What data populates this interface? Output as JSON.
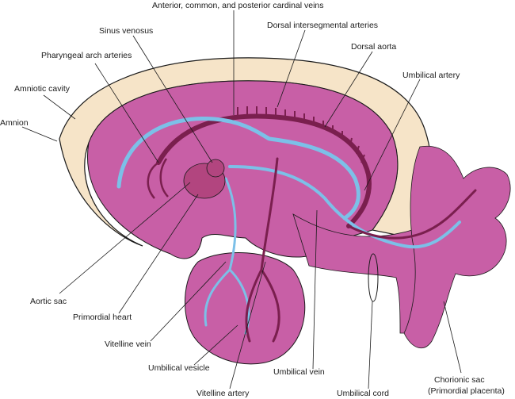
{
  "labels": {
    "cardinal_veins": "Anterior, common, and posterior cardinal veins",
    "sinus_venosus": "Sinus venosus",
    "dorsal_intersegmental": "Dorsal intersegmental arteries",
    "pharyngeal_arch": "Pharyngeal arch arteries",
    "dorsal_aorta": "Dorsal aorta",
    "umbilical_artery": "Umbilical artery",
    "amniotic_cavity": "Amniotic cavity",
    "amnion": "Amnion",
    "aortic_sac": "Aortic sac",
    "primordial_heart": "Primordial heart",
    "vitelline_vein": "Vitelline vein",
    "umbilical_vesicle": "Umbilical vesicle",
    "umbilical_vein": "Umbilical vein",
    "vitelline_artery": "Vitelline artery",
    "umbilical_cord": "Umbilical cord",
    "chorionic_sac_1": "Chorionic sac",
    "chorionic_sac_2": "(Primordial placenta)"
  },
  "colors": {
    "embryo": "#c85fa6",
    "amnion_fill": "#f6e4c8",
    "outline": "#1a1a1a",
    "vein": "#7cc0e8",
    "artery": "#7a1f4e",
    "heart": "#b2457f"
  }
}
